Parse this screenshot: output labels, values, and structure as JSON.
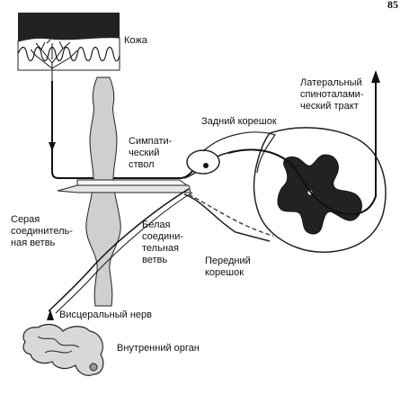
{
  "page_number": "85",
  "labels": {
    "skin": "Кожа",
    "lateral_tract": [
      "Латеральный",
      "спиноталами-",
      "ческий тракт"
    ],
    "dorsal_root": "Задний корешок",
    "sympathetic_trunk": [
      "Симпати-",
      "ческий",
      "ствол"
    ],
    "gray_ramus": [
      "Серая",
      "соединитель-",
      "ная ветвь"
    ],
    "white_ramus": [
      "Белая",
      "соедини-",
      "тельная",
      "ветвь"
    ],
    "ventral_root": [
      "Передний",
      "корешок"
    ],
    "visceral_nerve": "Висцеральный нерв",
    "internal_organ": "Внутренний орган"
  }
}
